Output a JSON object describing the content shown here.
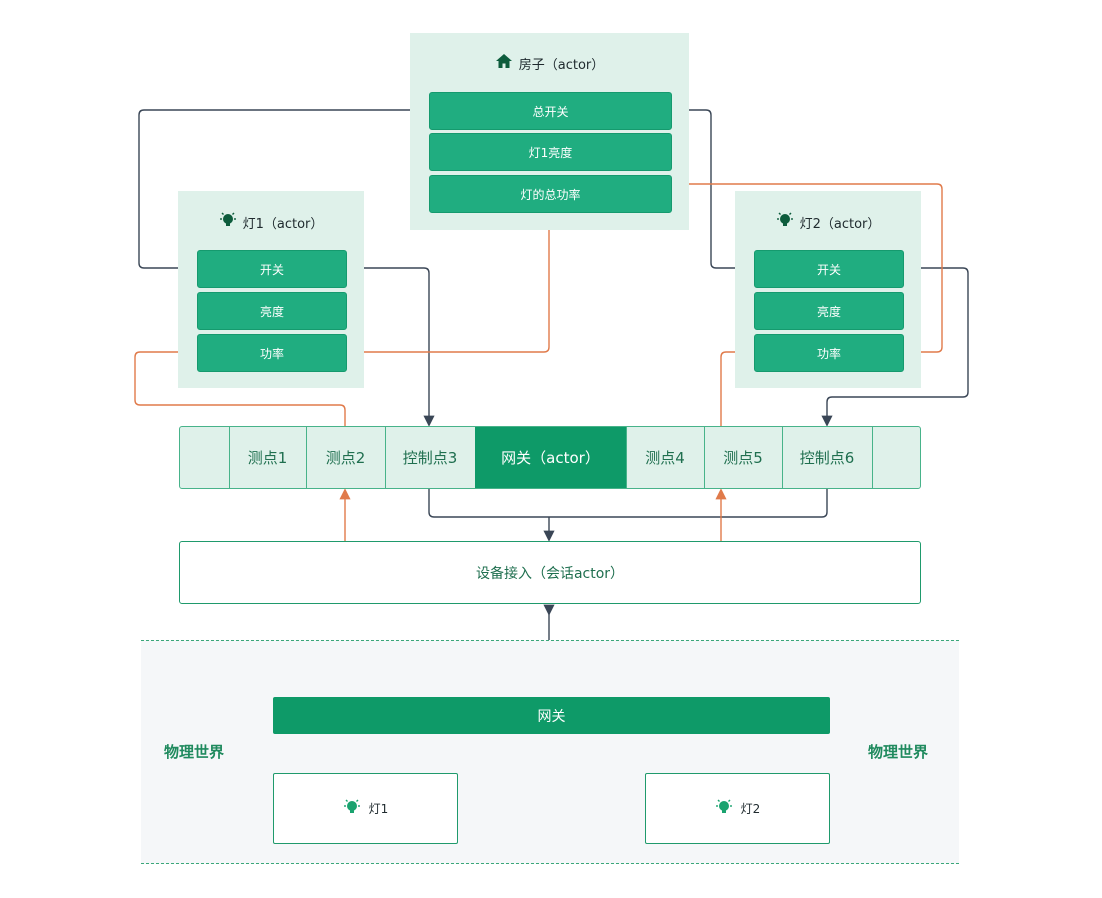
{
  "house": {
    "title": "房子（actor）",
    "icon": "house-icon",
    "slots": [
      "总开关",
      "灯1亮度",
      "灯的总功率"
    ]
  },
  "lamp1": {
    "title": "灯1（actor）",
    "icon": "lightbulb-icon",
    "slots": [
      "开关",
      "亮度",
      "功率"
    ]
  },
  "lamp2": {
    "title": "灯2（actor）",
    "icon": "lightbulb-icon",
    "slots": [
      "开关",
      "亮度",
      "功率"
    ]
  },
  "gateway_bar": {
    "cells": [
      "测点1",
      "测点2",
      "控制点3",
      "网关（actor）",
      "测点4",
      "测点5",
      "控制点6"
    ]
  },
  "session": {
    "label": "设备接入（会话actor）"
  },
  "physical": {
    "label_left": "物理世界",
    "label_right": "物理世界",
    "gateway": "网关",
    "lamp1": "灯1",
    "lamp2": "灯2"
  },
  "colors": {
    "actor_bg": "#dff1ea",
    "slot": "#20ad80",
    "gateway_dark": "#0e9a68",
    "arrow_dark": "#3a4656",
    "arrow_orange": "#e07a4a",
    "text_green": "#1f8a5e"
  }
}
